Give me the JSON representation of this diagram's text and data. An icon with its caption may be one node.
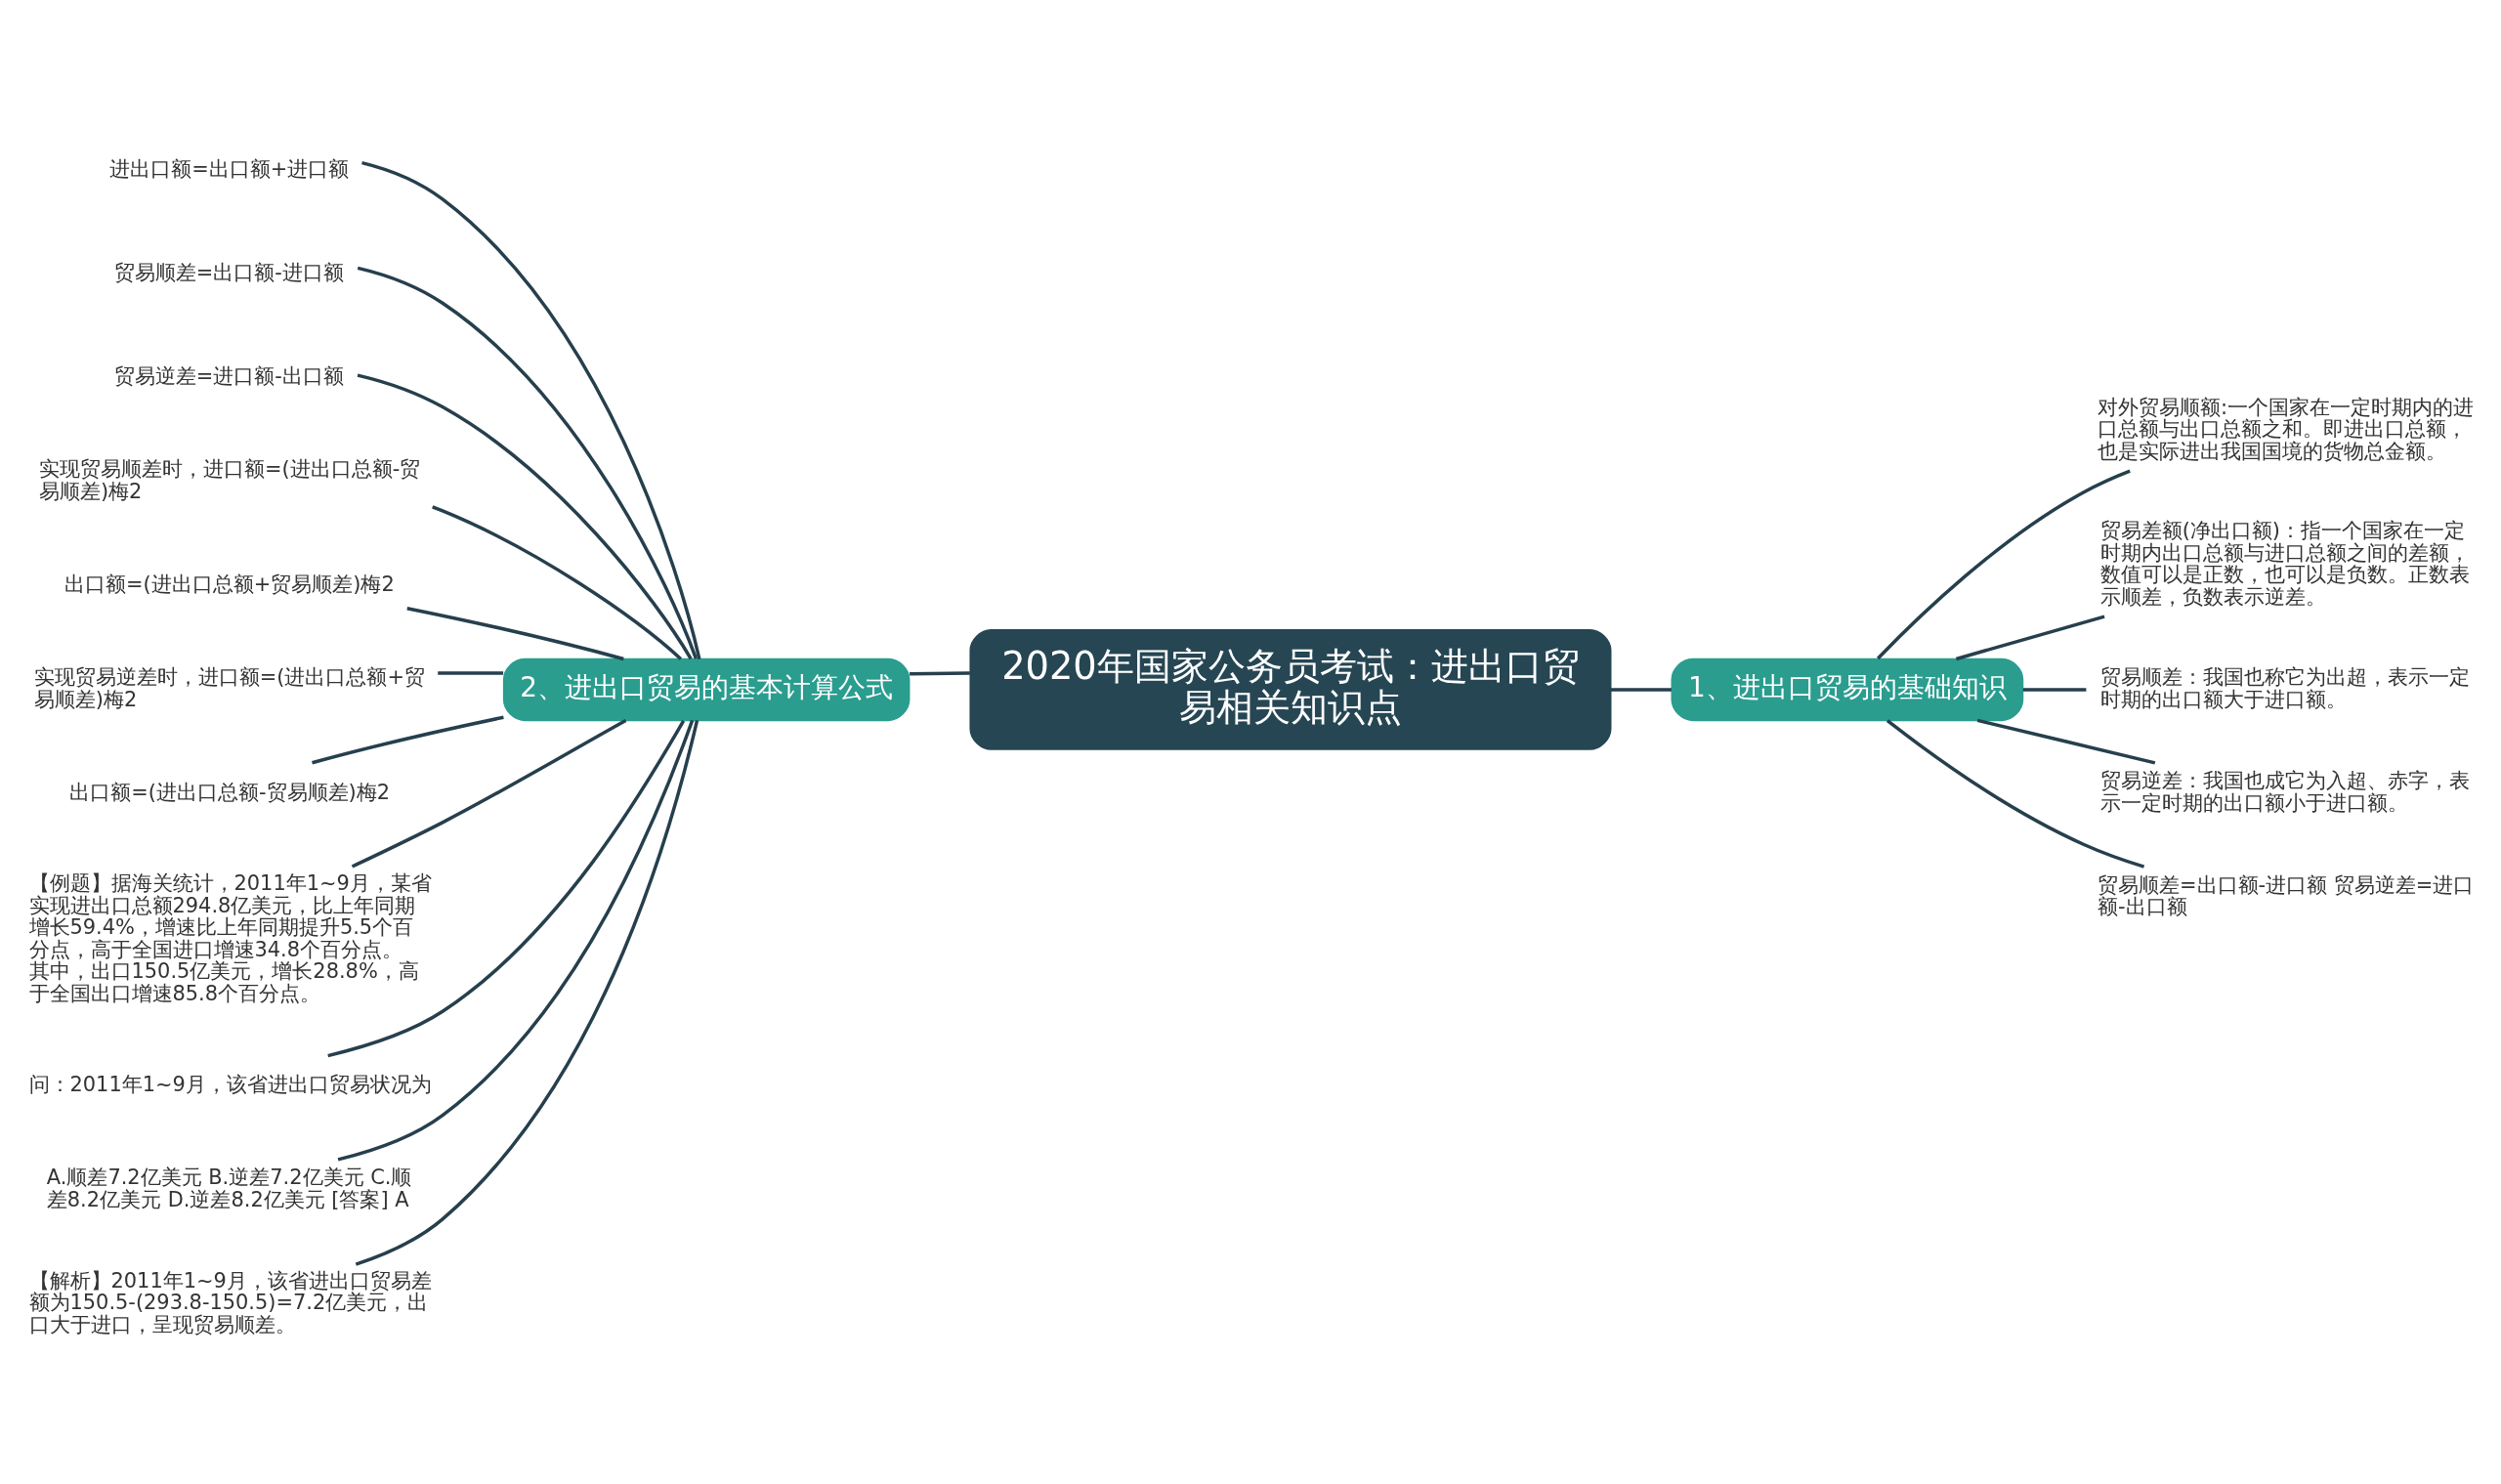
{
  "diagram": {
    "nodes": [
      {
        "text": [
          "2020年国家公务员考试：进出口贸易相关知识点"
        ]
      },
      {
        "text": [
          "1、进出口贸易的基础知识"
        ]
      },
      {
        "text": [
          "对外贸易顺额:一个国家在一定时期内的进口总额与出口总额之和。即进出口总额，也是实际进出我国国境的货物总金额。"
        ]
      },
      {
        "text": [
          "贸易差额(净出口额)：指一个国家在一定时期内出口总额与进口总额之间的差额，数值可以是正数，也可以是负数。正数表示顺差，负数表示逆差。"
        ]
      },
      {
        "text": [
          "贸易顺差：我国也称它为出超，表示一定时期的出口额大于进口额。"
        ]
      },
      {
        "text": [
          "贸易逆差：我国也成它为入超、赤字，表示一定时期的出口额小于进口额。"
        ]
      },
      {
        "text": [
          "贸易顺差=出口额-进口额 贸易逆差=进口额-出口额"
        ]
      },
      {
        "text": [
          "2、进出口贸易的基本计算公式"
        ]
      },
      {
        "text": [
          "进出口额=出口额+进口额"
        ]
      },
      {
        "text": [
          "贸易顺差=出口额-进口额"
        ]
      },
      {
        "text": [
          "贸易逆差=进口额-出口额"
        ]
      },
      {
        "text": [
          "实现贸易顺差时，进口额=(进出口总额-贸易顺差)梅2"
        ]
      },
      {
        "text": [
          "出口额=(进出口总额+贸易顺差)梅2"
        ]
      },
      {
        "text": [
          "实现贸易逆差时，进口额=(进出口总额+贸易顺差)梅2"
        ]
      },
      {
        "text": [
          "出口额=(进出口总额-贸易顺差)梅2"
        ]
      },
      {
        "text": [
          "【例题】据海关统计，2011年1~9月，某省实现进出口总额294.8亿美元，比上年同期增长59.4%，增速比上年同期提升5.5个百分点，高于全国进口增速34.8个百分点。其中，出口150.5亿美元，增长28.8%，高于全国出口增速85.8个百分点。"
        ]
      },
      {
        "text": [
          "问：2011年1~9月，该省进出口贸易状况为"
        ]
      },
      {
        "text": [
          "A.顺差7.2亿美元 B.逆差7.2亿美元 C.顺差8.2亿美元 D.逆差8.2亿美元 [答案] A"
        ]
      },
      {
        "text": [
          "【解析】2011年1~9月，该省进出口贸易差额为150.5-(293.8-150.5)=7.2亿美元，出口大于进口，呈现贸易顺差。"
        ]
      }
    ],
    "edges": [
      {
        "from": 0,
        "to": 1,
        "arrow": "none"
      },
      {
        "from": 1,
        "to": 2,
        "arrow": "none"
      },
      {
        "from": 1,
        "to": 3,
        "arrow": "none"
      },
      {
        "from": 1,
        "to": 4,
        "arrow": "none"
      },
      {
        "from": 1,
        "to": 5,
        "arrow": "none"
      },
      {
        "from": 1,
        "to": 6,
        "arrow": "none"
      },
      {
        "from": 0,
        "to": 7,
        "arrow": "none"
      },
      {
        "from": 7,
        "to": 8,
        "arrow": "none"
      },
      {
        "from": 7,
        "to": 9,
        "arrow": "none"
      },
      {
        "from": 7,
        "to": 10,
        "arrow": "none"
      },
      {
        "from": 7,
        "to": 11,
        "arrow": "none"
      },
      {
        "from": 7,
        "to": 12,
        "arrow": "none"
      },
      {
        "from": 7,
        "to": 13,
        "arrow": "none"
      },
      {
        "from": 7,
        "to": 14,
        "arrow": "none"
      },
      {
        "from": 7,
        "to": 15,
        "arrow": "none"
      },
      {
        "from": 7,
        "to": 16,
        "arrow": "none"
      },
      {
        "from": 7,
        "to": 17,
        "arrow": "none"
      },
      {
        "from": 7,
        "to": 18,
        "arrow": "none"
      }
    ]
  }
}
